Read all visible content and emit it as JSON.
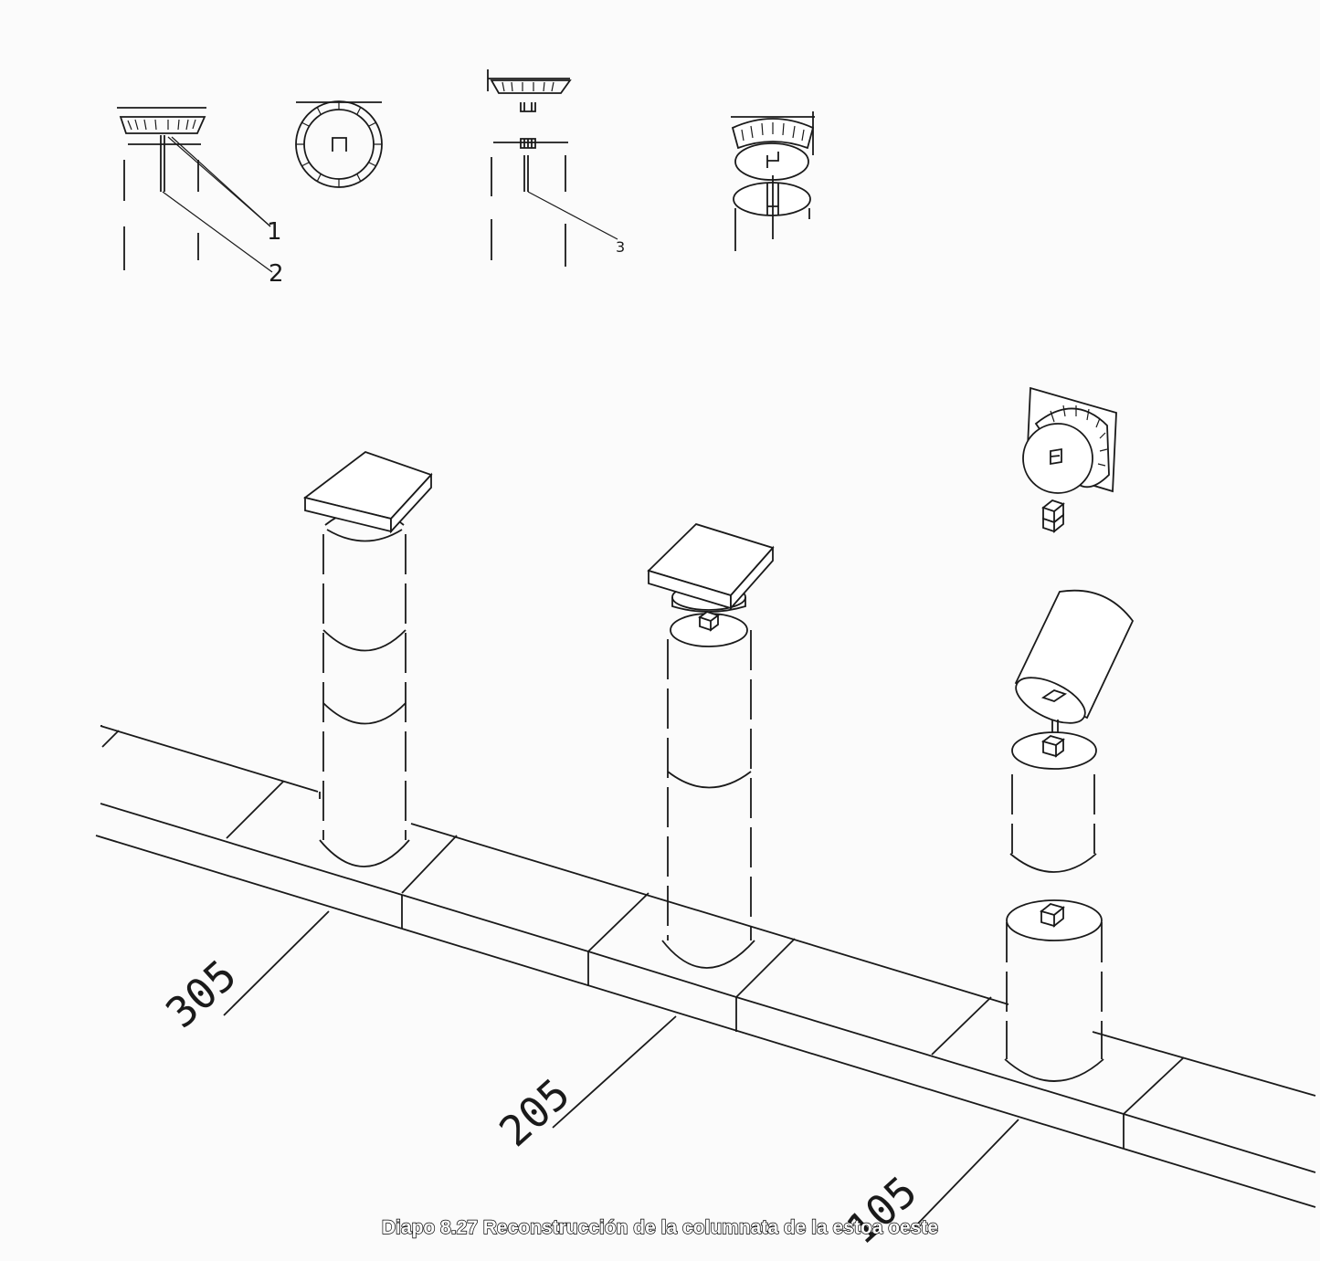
{
  "caption": "Diapo 8.27 Reconstrucción de la columnata de la estoa oeste",
  "callouts": [
    "1",
    "2",
    "3"
  ],
  "dimensions": [
    "305",
    "205",
    "105"
  ]
}
